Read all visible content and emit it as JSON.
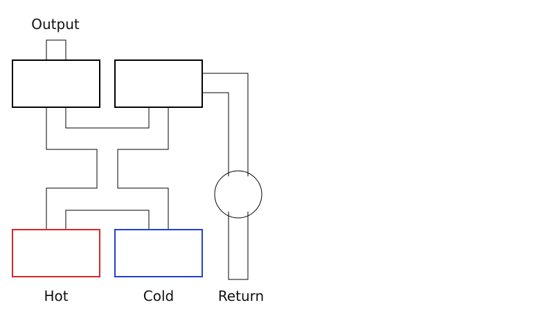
{
  "labels": {
    "output": "Output",
    "hot": "Hot",
    "cold": "Cold",
    "return": "Return"
  },
  "colors": {
    "hot": "#dd2222",
    "cold": "#1f3fd0",
    "line": "#000000"
  }
}
